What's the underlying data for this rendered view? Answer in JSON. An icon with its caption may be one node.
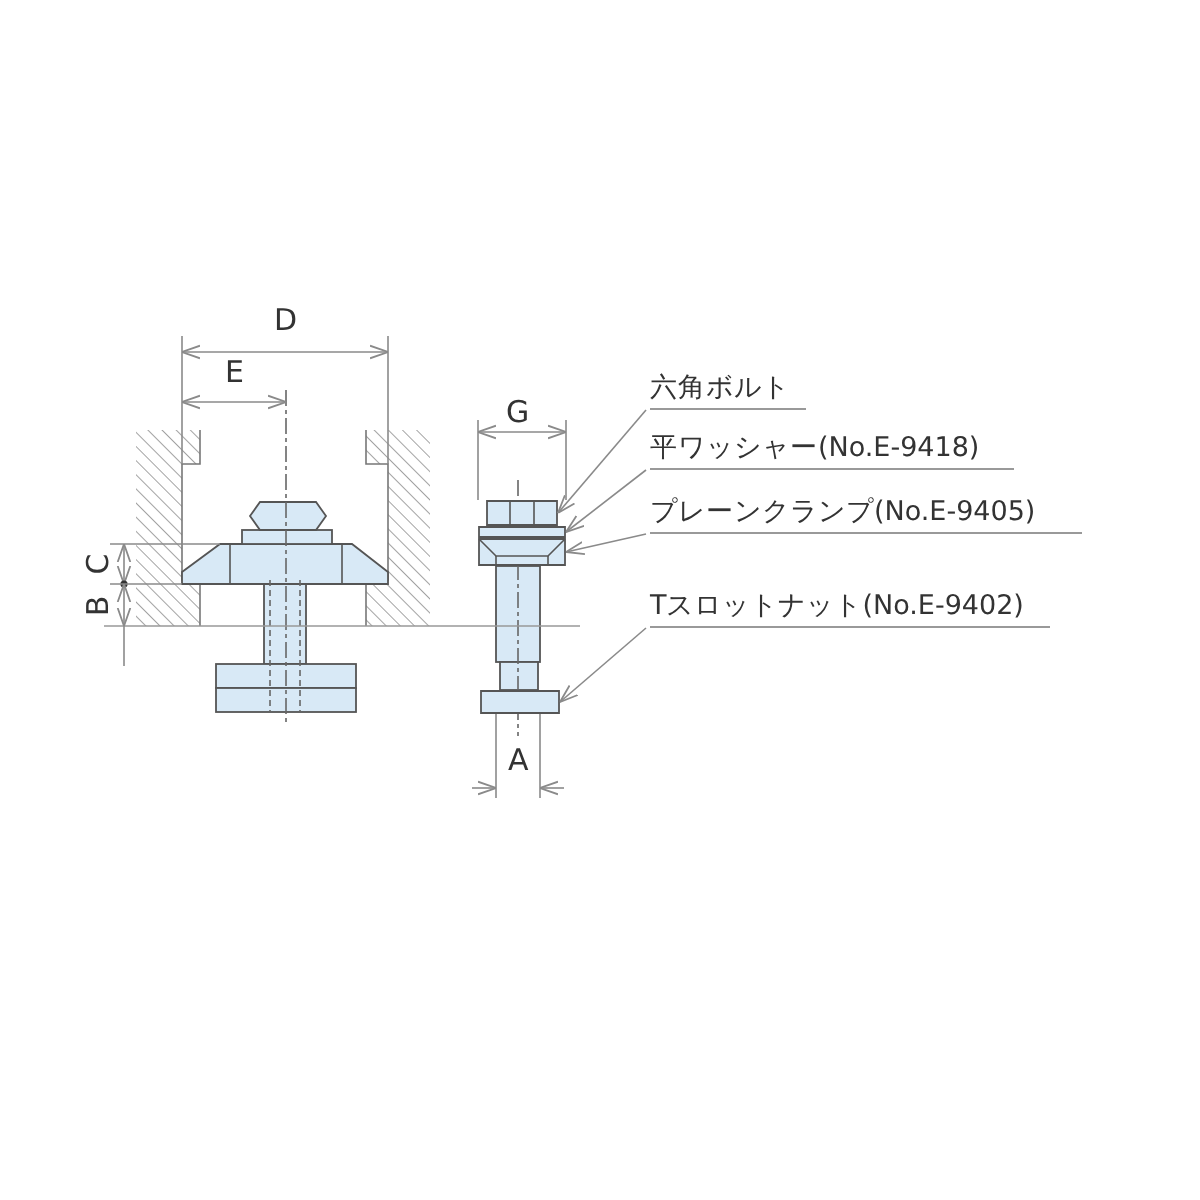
{
  "diagram": {
    "nodes": [
      {
        "text": [
          "六角ボルト"
        ]
      },
      {
        "text": [
          "平ワッシャー(No.E-9418)"
        ]
      },
      {
        "text": [
          "プレーンクランプ(No.E-9405)"
        ]
      },
      {
        "text": [
          "Tスロットナット(No.E-9402)"
        ]
      },
      {
        "text": [],
        "shape": "box"
      },
      {
        "text": [],
        "shape": "box"
      },
      {
        "text": [],
        "shape": "box"
      },
      {
        "text": [],
        "shape": "box"
      }
    ],
    "edges": [
      {
        "from": 0,
        "to": 4,
        "arrow": "to"
      },
      {
        "from": 1,
        "to": 5,
        "arrow": "to"
      },
      {
        "from": 2,
        "to": 6,
        "arrow": "to"
      },
      {
        "from": 3,
        "to": 7,
        "arrow": "to"
      }
    ],
    "labels": [
      "D",
      "E",
      "G",
      "C",
      "B",
      "A"
    ]
  }
}
